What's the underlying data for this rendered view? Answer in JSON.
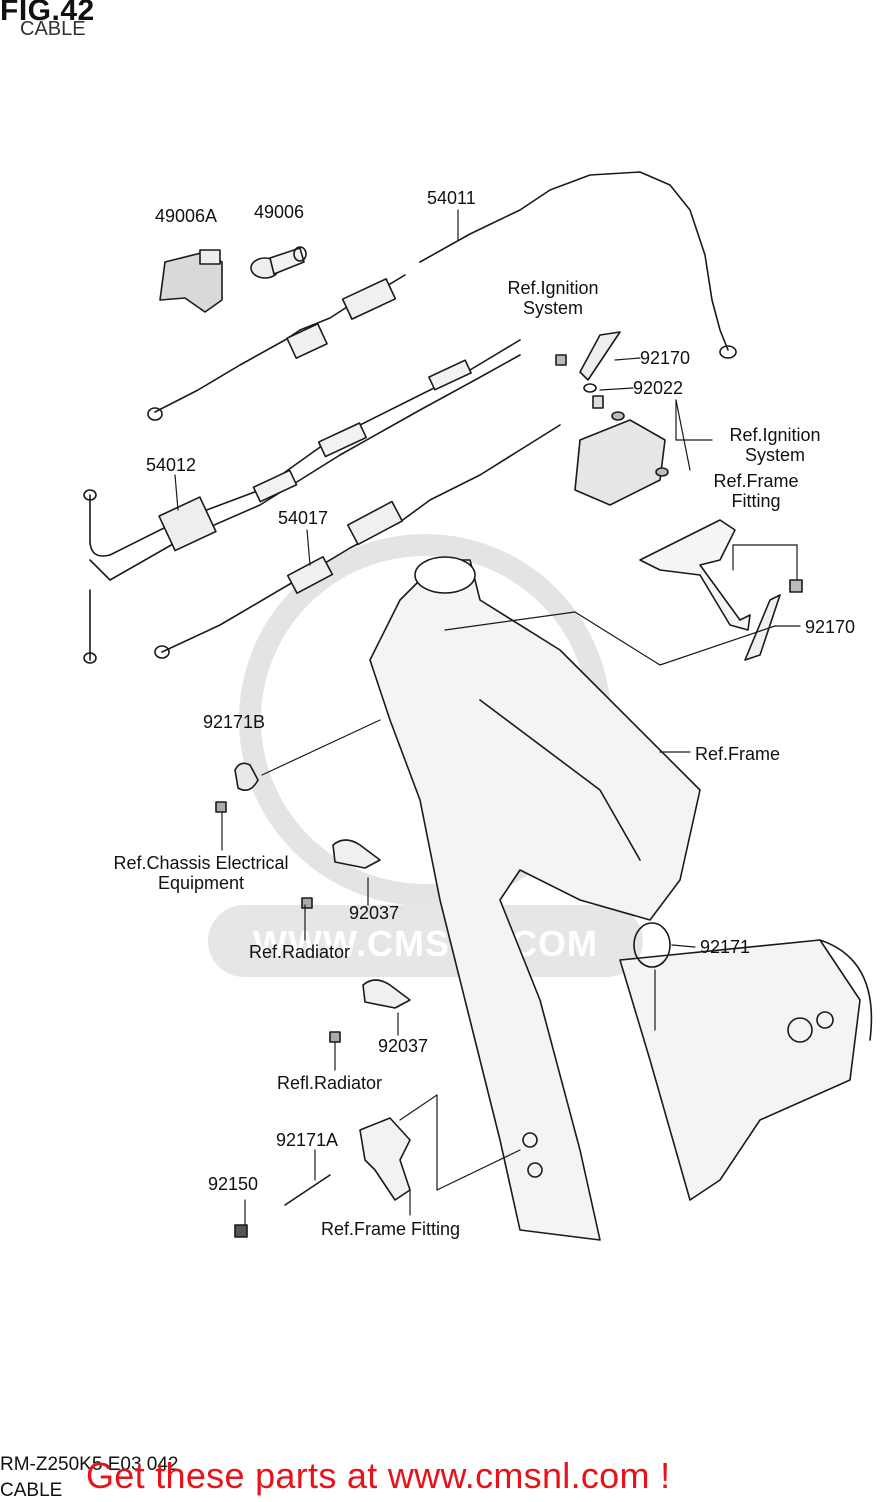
{
  "header": {
    "fig_number": "FIG.42",
    "fig_title": "CABLE"
  },
  "callouts": {
    "p49006A": "49006A",
    "p49006": "49006",
    "p54011": "54011",
    "ref_ignition_1": "Ref.Ignition\nSystem",
    "p92170_top": "92170",
    "p92022": "92022",
    "ref_ignition_2": "Ref.Ignition\nSystem",
    "ref_frame_fitting_1": "Ref.Frame\nFitting",
    "p54012": "54012",
    "p54017": "54017",
    "p92170_mid": "92170",
    "p92171B": "92171B",
    "ref_frame": "Ref.Frame",
    "ref_chassis": "Ref.Chassis Electrical\nEquipment",
    "p92037_a": "92037",
    "ref_radiator_1": "Ref.Radiator",
    "p92171": "92171",
    "p92037_b": "92037",
    "ref_radiator_2": "Refl.Radiator",
    "p92171A": "92171A",
    "p92150": "92150",
    "ref_frame_fitting_2": "Ref.Frame Fitting"
  },
  "watermark": {
    "text": "WWW.CMSNL.COM"
  },
  "footer": {
    "model_code": "RM-Z250K5 E03 042",
    "sub_title": "CABLE",
    "promo": "Get these parts at www.cmsnl.com !"
  },
  "colors": {
    "promo": "#e8121a",
    "lines": "#1a1a1a",
    "fill_gray": "#d9d9d9"
  }
}
